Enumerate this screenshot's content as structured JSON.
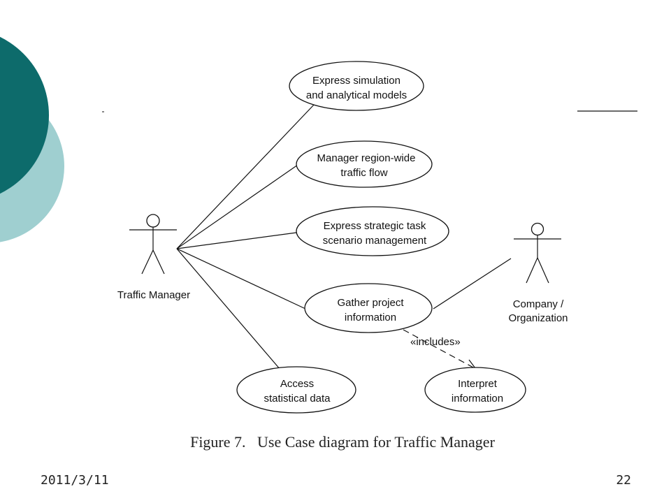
{
  "theme": {
    "dark_circle": "#0d6b6b",
    "light_circle": "#9fcfd0"
  },
  "diagram": {
    "actors": {
      "traffic_manager": "Traffic Manager",
      "company": [
        "Company /",
        "Organization"
      ]
    },
    "use_cases": {
      "express_simulation": [
        "Express simulation",
        "and analytical models"
      ],
      "manage_traffic": [
        "Manager region-wide",
        "traffic flow"
      ],
      "strategic_task": [
        "Express strategic task",
        "scenario management"
      ],
      "gather_info": [
        "Gather project",
        "information"
      ],
      "access_data": [
        "Access",
        "statistical data"
      ],
      "interpret_info": [
        "Interpret",
        "information"
      ]
    },
    "includes_label": "«includes»",
    "caption": "Figure 7.   Use Case diagram for Traffic Manager"
  },
  "footer": {
    "date": "2011/3/11",
    "page": "22"
  }
}
